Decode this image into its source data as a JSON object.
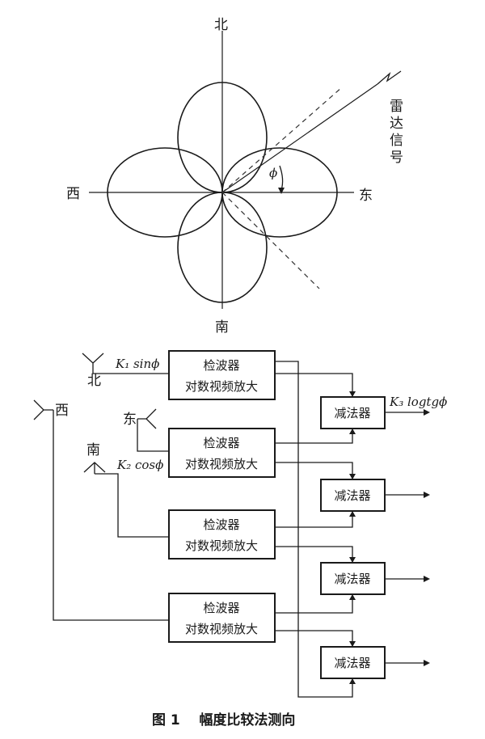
{
  "polar_pattern": {
    "north": "北",
    "south": "南",
    "east": "东",
    "west": "西",
    "radar_signal": "雷达信号",
    "phi": "ϕ"
  },
  "block_diagram": {
    "antenna_labels": {
      "north": "北",
      "west": "西",
      "east": "东",
      "south": "南"
    },
    "signal_labels": {
      "sin": "K₁ sinϕ",
      "cos": "K₂ cosϕ",
      "output": "K₃ logtgϕ"
    },
    "amplifier": {
      "line1": "检波器",
      "line2": "对数视频放大"
    },
    "subtractor": "减法器"
  },
  "caption": "图 1    幅度比较法测向"
}
